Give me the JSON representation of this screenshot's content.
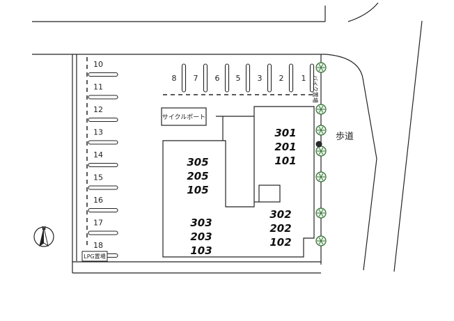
{
  "site": {
    "sidewalk_label": "歩道",
    "cycle_port_label": "サイクルポート",
    "lpg_label": "LPG置場",
    "bike_lot_label": "バイク置場",
    "north_label": "N"
  },
  "parking_right": [
    "8",
    "7",
    "6",
    "5",
    "3",
    "2",
    "1"
  ],
  "parking_left": [
    "10",
    "11",
    "12",
    "13",
    "14",
    "15",
    "16",
    "17",
    "18"
  ],
  "units": {
    "top_right": [
      "301",
      "201",
      "101"
    ],
    "left_top": [
      "305",
      "205",
      "105"
    ],
    "left_bottom": [
      "303",
      "203",
      "103"
    ],
    "bottom_right": [
      "302",
      "202",
      "102"
    ]
  },
  "colors": {
    "line": "#222222",
    "tree": "#2f6b2f",
    "tree_fill": "#e6f2e6"
  }
}
